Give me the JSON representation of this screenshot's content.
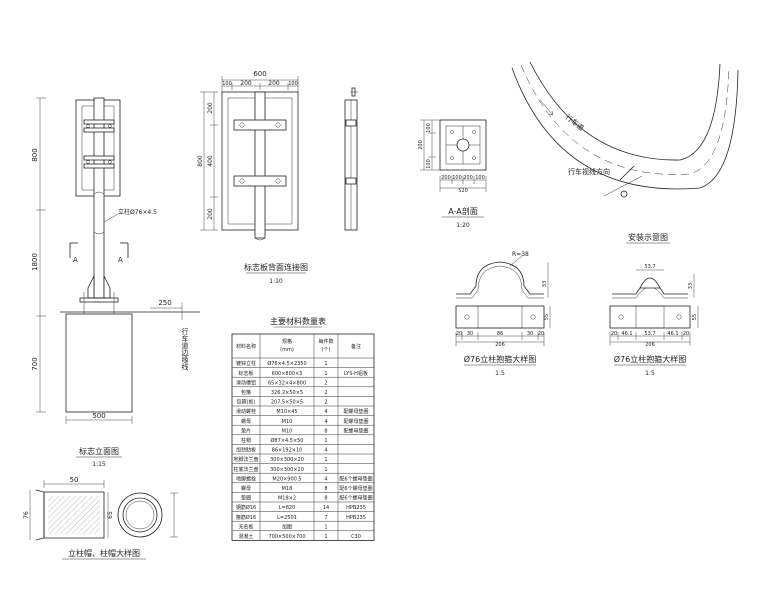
{
  "signpost": {
    "dims": {
      "h800": "800",
      "h1800": "1800",
      "h700": "700",
      "w500": "500",
      "off250": "250"
    },
    "pipe_label": "立柱Ø76×4.5",
    "section_mark": "A",
    "lane_label": "行车道边缘线",
    "title": "标志立面图",
    "scale": "1:15"
  },
  "board": {
    "width": "600",
    "top_dims": [
      "100",
      "200",
      "200",
      "100"
    ],
    "side_dims": [
      "200",
      "400",
      "200"
    ],
    "total_h": "800",
    "title": "标志板背面连接图",
    "scale": "1:10"
  },
  "aa": {
    "side_dims": [
      "200",
      "100",
      "100"
    ],
    "bottom_dims": [
      "200",
      "100",
      "200",
      "100"
    ],
    "bottom_total": "520",
    "title": "A-A剖面",
    "scale": "1:20"
  },
  "install": {
    "road_label": "行车道",
    "direction_label": "行车视线方向",
    "title": "安装示意图"
  },
  "clamp1": {
    "radius": "R=38",
    "height": "33",
    "bottom_dims": [
      "20",
      "30",
      "86",
      "30",
      "20"
    ],
    "total": "206",
    "side": "55",
    "title": "Ø76立柱抱箍大样图",
    "scale": "1:5"
  },
  "clamp2": {
    "top_width": "53.7",
    "height": "33",
    "bottom_dims": [
      "20",
      "46.1",
      "53.7",
      "46.1",
      "20"
    ],
    "total": "206",
    "side": "55",
    "title": "Ø76立柱抱箍大样图",
    "scale": "1:5"
  },
  "cap_detail": {
    "len": "50",
    "dims": [
      "76",
      "65"
    ],
    "title": "立柱帽、柱帽大样图"
  },
  "material_table": {
    "title": "主要材料数量表",
    "headers": [
      "材料名称",
      "规格\n(mm)",
      "每件数\n(个)",
      "备注"
    ],
    "rows": [
      [
        "镀锌立柱",
        "Ø76×4.5×2350",
        "1",
        ""
      ],
      [
        "标志板",
        "600×800×3",
        "1",
        "LYS-H铝板"
      ],
      [
        "滑动槽铝",
        "65×32×4×800",
        "2",
        ""
      ],
      [
        "包箍",
        "326.2×50×5",
        "2",
        ""
      ],
      [
        "包箍(板)",
        "207.5×50×5",
        "2",
        ""
      ],
      [
        "滑动螺栓",
        "M10×45",
        "4",
        "配螺母垫圈"
      ],
      [
        "螺母",
        "M10",
        "4",
        "配螺母垫圈"
      ],
      [
        "垫片",
        "M10",
        "8",
        "配螺母垫圈"
      ],
      [
        "柱帽",
        "Ø87×4.5×50",
        "1",
        ""
      ],
      [
        "加劲肋板",
        "86×192×10",
        "4",
        ""
      ],
      [
        "地脚法兰盘",
        "300×300×20",
        "1",
        ""
      ],
      [
        "柱底法兰盘",
        "300×300×20",
        "1",
        ""
      ],
      [
        "地脚螺栓",
        "M20×900.5",
        "4",
        "配6个螺母垫圈"
      ],
      [
        "螺母",
        "M18",
        "8",
        "配6个螺母垫圈"
      ],
      [
        "垫圈",
        "M18×2",
        "8",
        "配6个螺母垫圈"
      ],
      [
        "钢筋Ø16",
        "L=820",
        "14",
        "HPB235"
      ],
      [
        "箍筋Ø16",
        "L=2501",
        "7",
        "HPB235"
      ],
      [
        "无名板",
        "加图",
        "1",
        ""
      ],
      [
        "混凝土",
        "700×500×700",
        "1",
        "C30"
      ]
    ]
  }
}
